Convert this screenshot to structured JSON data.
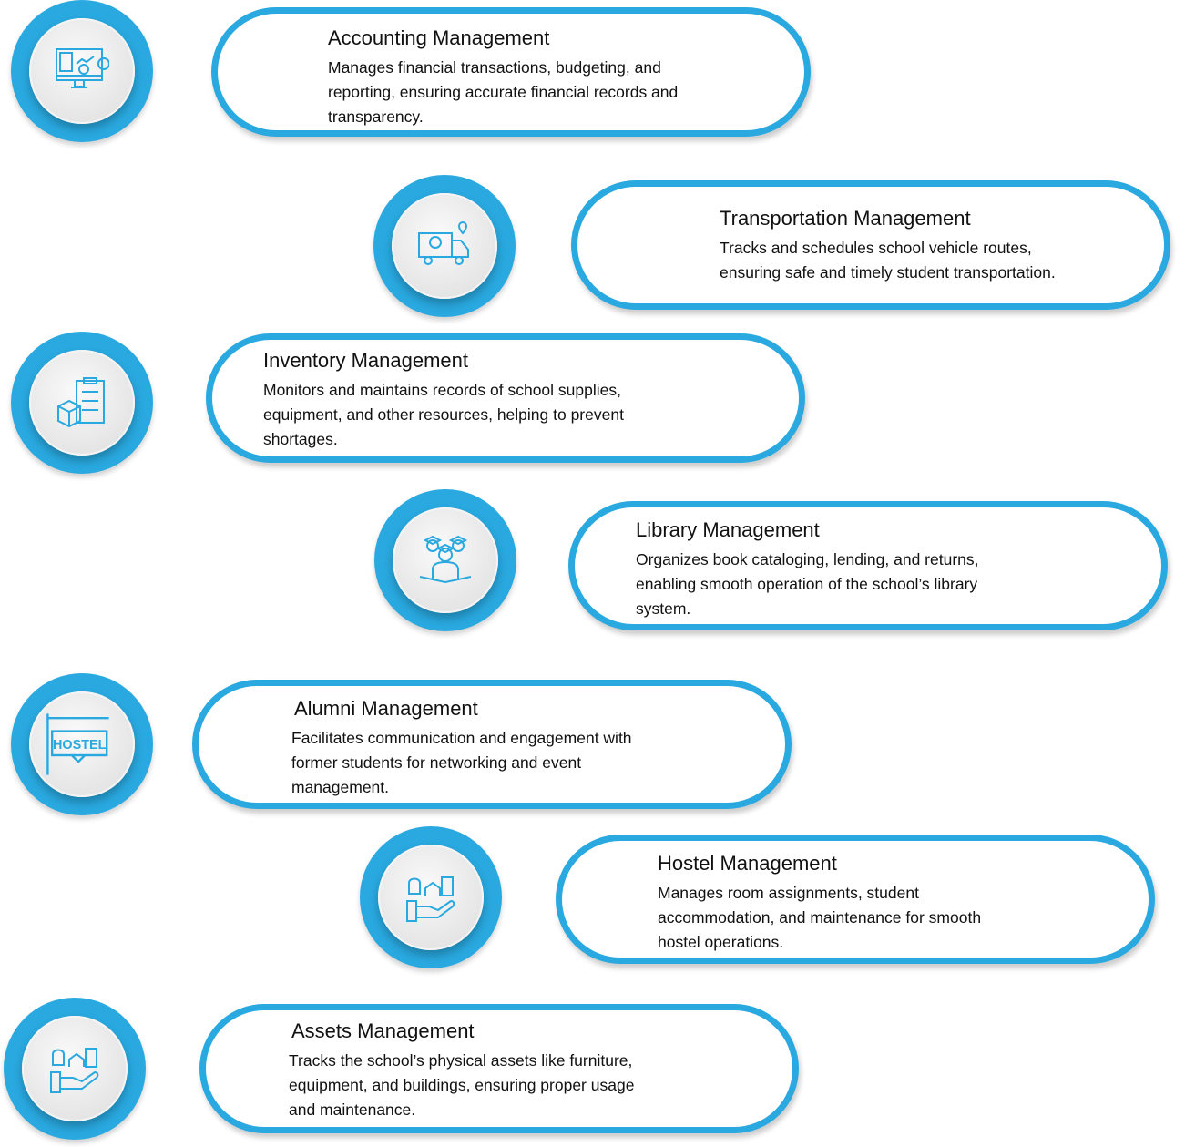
{
  "accent": "#29a9e0",
  "items": [
    {
      "icon": "accounting-monitor-icon",
      "title": "Accounting Management",
      "lines": [
        "Manages financial transactions, budgeting, and",
        "reporting, ensuring accurate financial records and",
        "transparency."
      ]
    },
    {
      "icon": "delivery-truck-icon",
      "title": "Transportation Management",
      "lines": [
        "Tracks and schedules school vehicle routes,",
        "ensuring safe and timely student transportation."
      ]
    },
    {
      "icon": "inventory-clipboard-icon",
      "title": "Inventory Management",
      "lines": [
        "Monitors and maintains records of school supplies,",
        "equipment, and other resources, helping to prevent",
        "shortages."
      ]
    },
    {
      "icon": "graduates-book-icon",
      "title": "Library Management",
      "lines": [
        "Organizes book cataloging, lending, and returns,",
        "enabling smooth operation of the school’s library",
        "system."
      ]
    },
    {
      "icon": "hostel-sign-icon",
      "title": "Alumni Management",
      "lines": [
        "Facilitates communication and engagement with",
        "former students for networking and event",
        "management."
      ],
      "sign": "HOSTEL"
    },
    {
      "icon": "hand-property-icon",
      "title": "Hostel Management",
      "lines": [
        "Manages room assignments, student",
        "accommodation, and maintenance for smooth",
        "hostel operations."
      ]
    },
    {
      "icon": "hand-property-icon",
      "title": "Assets Management",
      "lines": [
        "Tracks the school’s physical assets like furniture,",
        "equipment, and buildings, ensuring proper usage",
        "and maintenance."
      ]
    }
  ]
}
